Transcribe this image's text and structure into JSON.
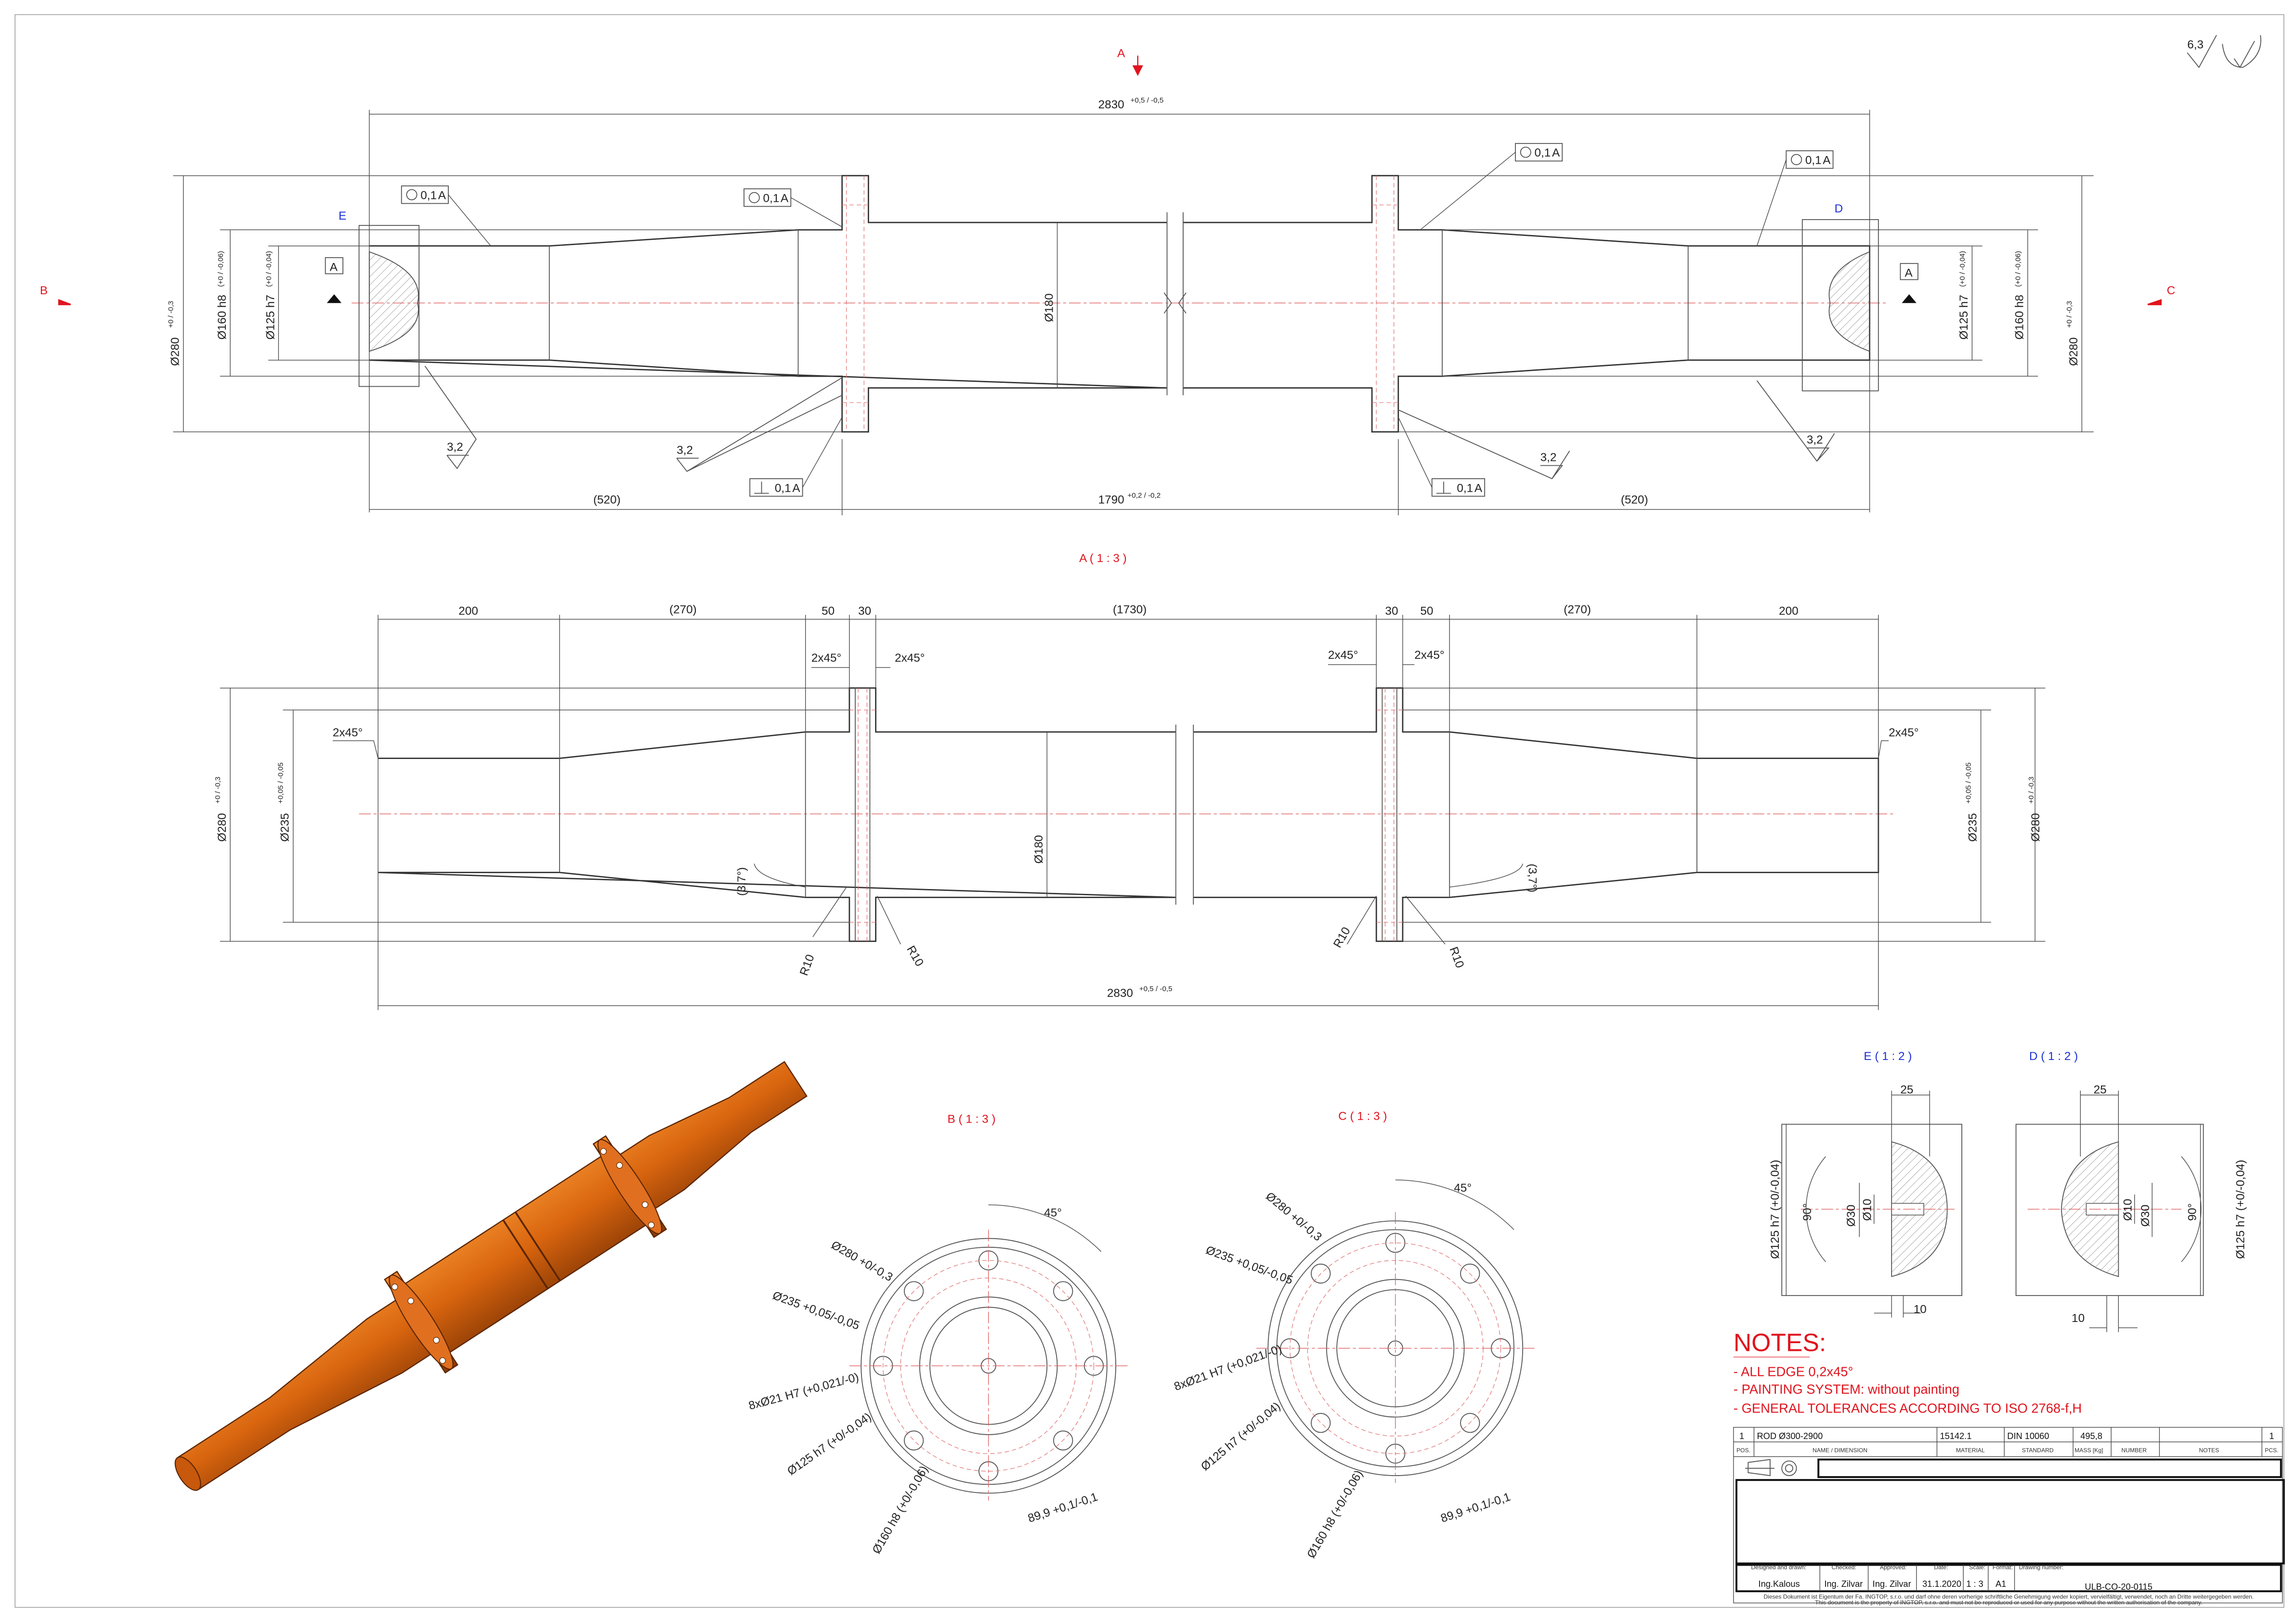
{
  "roughness": {
    "general": "6,3"
  },
  "section_markers": {
    "a": "A",
    "b": "B",
    "c": "C",
    "e": "E",
    "d": "D"
  },
  "main_view": {
    "overall_length": "2830",
    "overall_tol": "+0,5 / -0,5",
    "left_length": "(520)",
    "middle_length": "1790",
    "middle_tol": "+0,2 / -0,2",
    "right_length": "(520)",
    "dia_280": "Ø280",
    "dia_280_tol": "+0 / -0,3",
    "dia_160": "Ø160 h8",
    "dia_160_tol": "(+0 / -0,06)",
    "dia_125": "Ø125 h7",
    "dia_125_tol": "(+0 / -0,04)",
    "dia_180": "Ø180",
    "runout": "0,1",
    "datum": "A",
    "perpendicularity": "0,1",
    "roughness_3_2": "3,2"
  },
  "section_a": {
    "title": "A ( 1 : 3 )",
    "lengths": [
      "200",
      "(270)",
      "50",
      "30",
      "(1730)",
      "30",
      "50",
      "(270)",
      "200"
    ],
    "chamfer": "2x45°",
    "angle": "(3,7°)",
    "radius": "R10",
    "dia_280": "Ø280",
    "dia_280_tol": "+0 / -0,3",
    "dia_235": "Ø235",
    "dia_235_tol": "+0,05 / -0,05",
    "dia_180": "Ø180",
    "overall_length": "2830",
    "overall_tol": "+0,5 / -0,5"
  },
  "section_b": {
    "title": "B ( 1 : 3 )",
    "angle": "45°",
    "dia_280": "Ø280 +0/-0,3",
    "dia_235": "Ø235 +0,05/-0,05",
    "holes": "8xØ21 H7 (+0,021/-0)",
    "dia_125": "Ø125 h7 (+0/-0,04)",
    "dia_160": "Ø160 h8 (+0/-0,06)",
    "dim_89": "89,9 +0,1/-0,1"
  },
  "section_c": {
    "title": "C ( 1 : 3 )",
    "angle": "45°",
    "dia_280": "Ø280 +0/-0,3",
    "dia_235": "Ø235 +0,05/-0,05",
    "holes": "8xØ21 H7 (+0,021/-0)",
    "dia_125": "Ø125 h7 (+0/-0,04)",
    "dia_160": "Ø160 h8 (+0/-0,06)",
    "dim_89": "89,9 +0,1/-0,1"
  },
  "detail_e": {
    "title": "E ( 1 : 2 )",
    "width": "25",
    "dia_30": "Ø30",
    "dia_10": "Ø10",
    "depth": "10",
    "angle": "90°",
    "dia_125": "Ø125 h7 (+0/-0,04)"
  },
  "detail_d": {
    "title": "D ( 1 : 2 )",
    "width": "25",
    "dia_30": "Ø30",
    "dia_10": "Ø10",
    "depth": "10",
    "angle": "90°",
    "dia_125": "Ø125 h7 (+0/-0,04)"
  },
  "notes": {
    "title": "NOTES:",
    "items": [
      "- ALL EDGE 0,2x45°",
      "- PAINTING SYSTEM: without painting",
      "- GENERAL TOLERANCES ACCORDING TO ISO 2768-f,H"
    ]
  },
  "parts_list": {
    "row": {
      "pos": "1",
      "name": "ROD Ø300-2900",
      "material": "15142.1",
      "standard": "DIN 10060",
      "mass": "495,8",
      "number": "",
      "notes": "",
      "pcs": "1"
    },
    "headers": {
      "pos": "POS.",
      "name": "NAME / DIMENSION",
      "material": "MATERIAL",
      "standard": "STANDARD",
      "mass": "MASS [Kg]",
      "number": "NUMBER",
      "notes": "NOTES",
      "pcs": "PCS."
    }
  },
  "title_block": {
    "labels": {
      "designed": "Designed and drawn:",
      "checked": "Checked:",
      "approved": "Approved:",
      "date": "Date:",
      "scale": "Scale:",
      "format": "Format:",
      "drawing_number": "Drawing number:"
    },
    "designed": "Ing.Kalous",
    "checked": "Ing. Zilvar",
    "approved": "Ing. Zilvar",
    "date": "31.1.2020",
    "scale": "1 : 3",
    "format": "A1",
    "drawing_number": "ULB-CO-20-0115",
    "disclaimer_de": "Dieses Dokument ist Eigentum der Fa. INGTOP, s.r.o. und darf ohne deren vorherige schriftliche Genehmigung weder kopiert, vervielfältigt, verwendet, noch an Dritte weitergegeben werden.",
    "disclaimer_en": "This document is the property of INGTOP, s.r.o. and must not be reproduced or used for any purpose without the written authorisation of the company."
  },
  "colors": {
    "red": "#e0141e",
    "blue": "#1c2fd6",
    "rod": "#d9650f"
  }
}
